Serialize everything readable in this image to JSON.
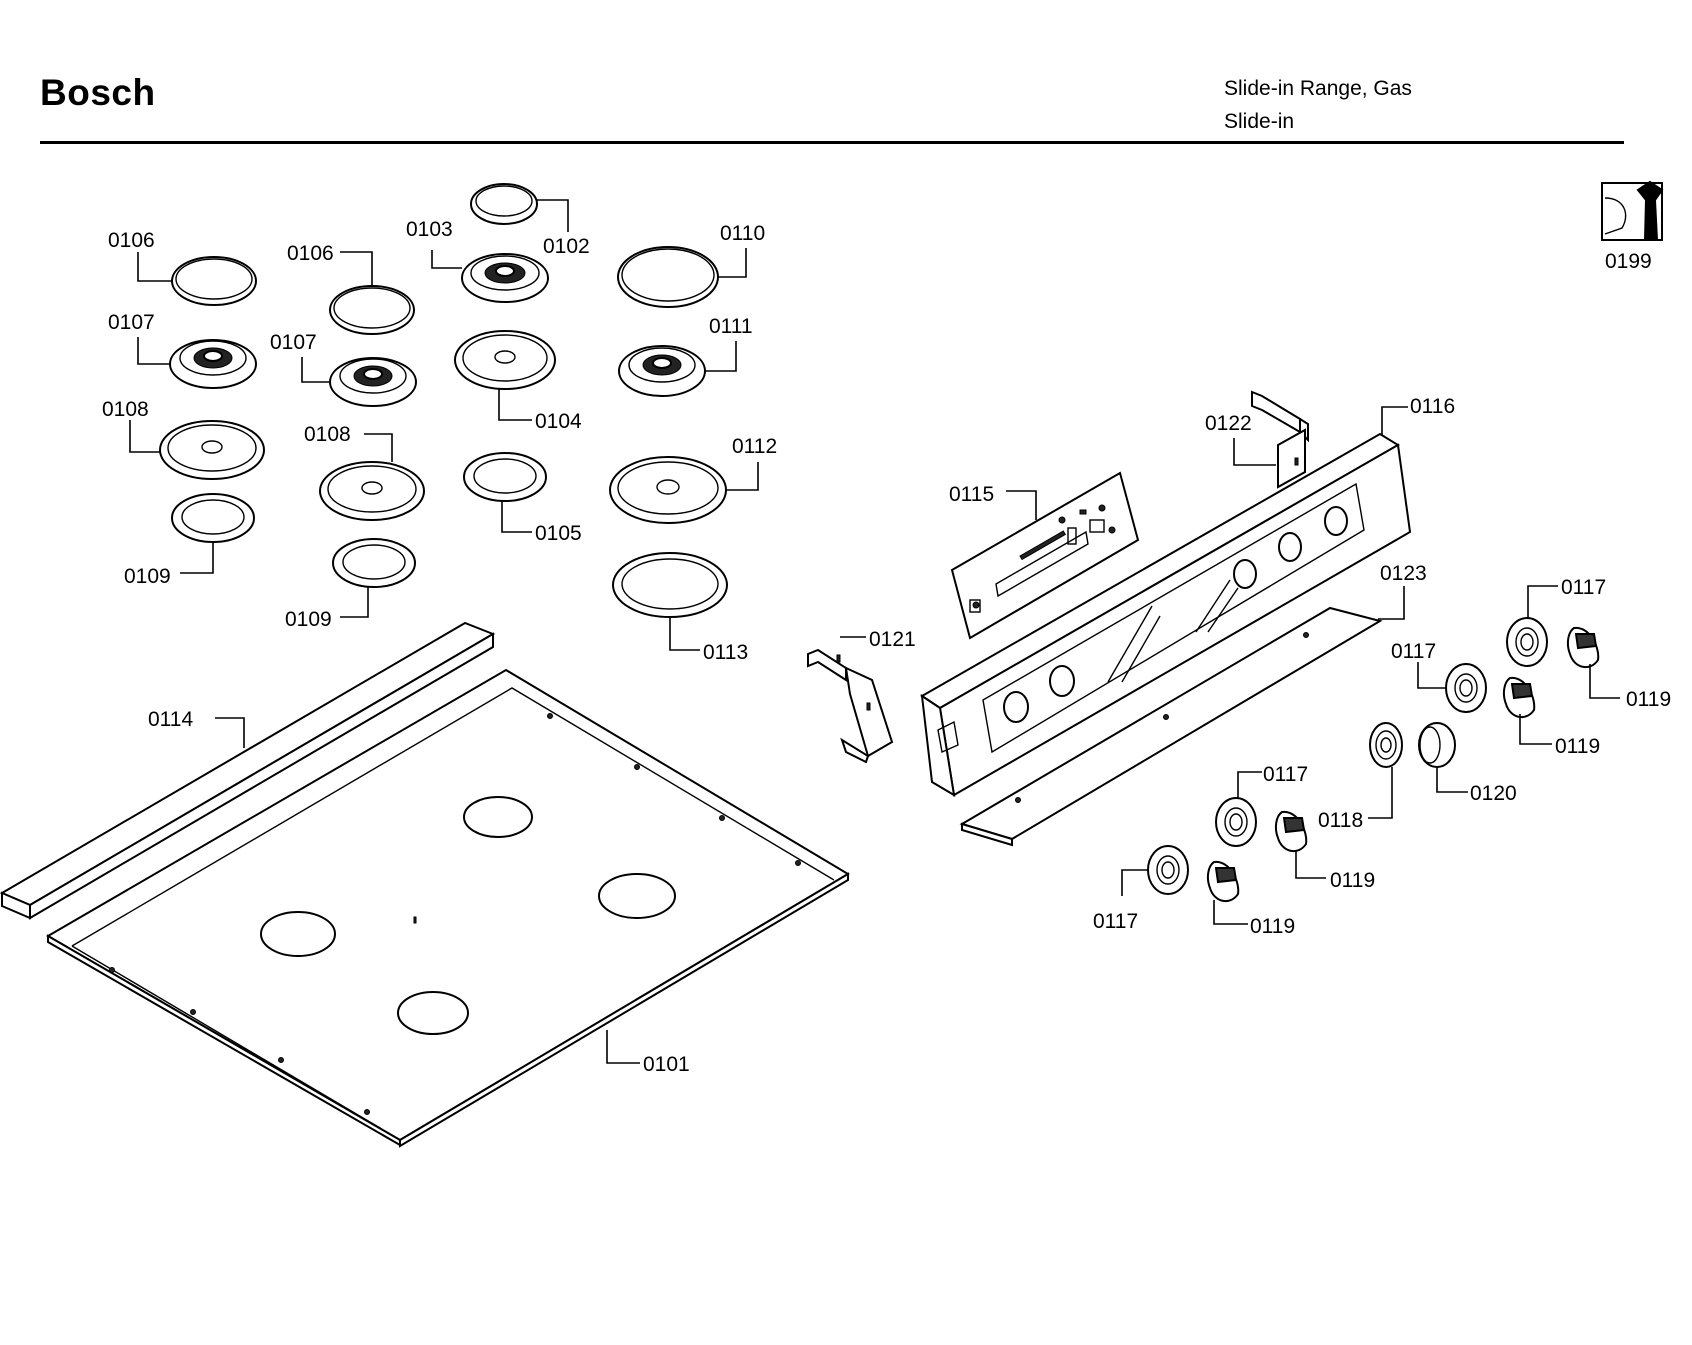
{
  "header": {
    "brand": "Bosch",
    "product_line1": "Slide-in Range, Gas",
    "product_line2": "Slide-in"
  },
  "parts": {
    "p0101": "0101",
    "p0102": "0102",
    "p0103": "0103",
    "p0104": "0104",
    "p0105": "0105",
    "p0106a": "0106",
    "p0106b": "0106",
    "p0107a": "0107",
    "p0107b": "0107",
    "p0108a": "0108",
    "p0108b": "0108",
    "p0109a": "0109",
    "p0109b": "0109",
    "p0110": "0110",
    "p0111": "0111",
    "p0112": "0112",
    "p0113": "0113",
    "p0114": "0114",
    "p0115": "0115",
    "p0116": "0116",
    "p0117a": "0117",
    "p0117b": "0117",
    "p0117c": "0117",
    "p0117d": "0117",
    "p0118": "0118",
    "p0119a": "0119",
    "p0119b": "0119",
    "p0119c": "0119",
    "p0119d": "0119",
    "p0120": "0120",
    "p0121": "0121",
    "p0122": "0122",
    "p0123": "0123",
    "p0199": "0199"
  }
}
